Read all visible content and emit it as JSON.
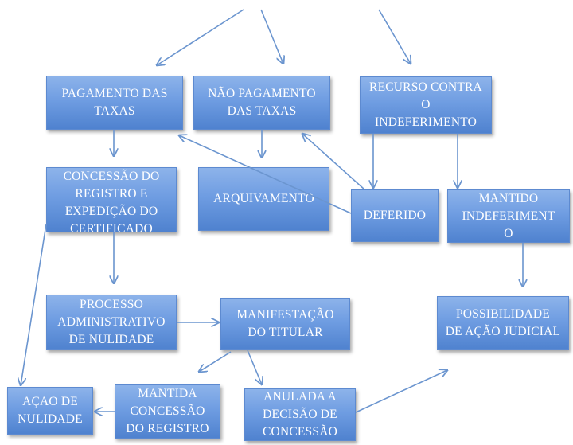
{
  "nodes": {
    "pagamento_das_taxas": "PAGAMENTO DAS\nTAXAS",
    "nao_pagamento_das_taxas": "NÃO PAGAMENTO\nDAS TAXAS",
    "recurso_contra_o_indeferimento": "RECURSO CONTRA\nO\nINDEFERIMENTO",
    "concessao_do_registro": "CONCESSÃO DO\nREGISTRO E\nEXPEDIÇÃO DO\nCERTIFICADO",
    "arquivamento": "ARQUIVAMENTO",
    "deferido": "DEFERIDO",
    "mantido_indeferimento": "MANTIDO\nINDEFERIMENT\nO",
    "processo_administrativo": "PROCESSO\nADMINISTRATIVO\nDE NULIDADE",
    "manifestacao_do_titular": "MANIFESTAÇÃO\nDO TITULAR",
    "possibilidade_acao_judicial": "POSSIBILIDADE\nDE AÇÃO JUDICIAL",
    "acao_de_nulidade": "AÇAO DE\nNULIDADE",
    "mantida_concessao": "MANTIDA\nCONCESSÃO\nDO REGISTRO",
    "anulada_a_decisao": "ANULADA A\nDECISÃO DE\nCONCESSÃO"
  },
  "colors": {
    "box_top": "#8db3ea",
    "box_bottom": "#4f82cf",
    "arrow": "#6b95cf",
    "text": "#ffffff"
  }
}
